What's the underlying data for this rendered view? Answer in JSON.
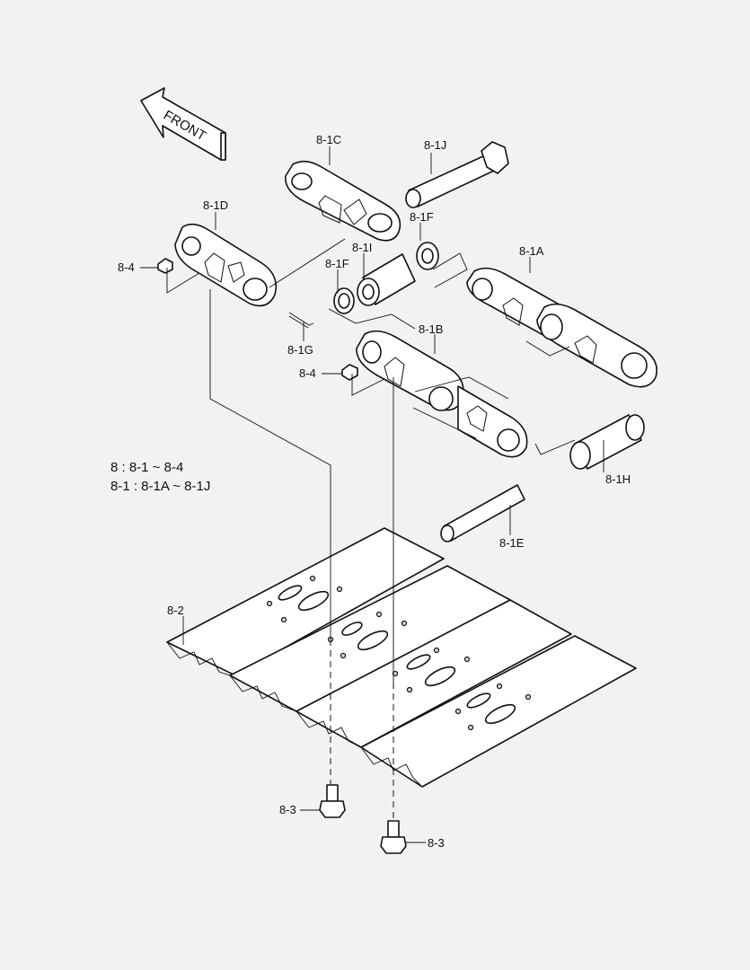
{
  "arrow": {
    "label": "FRONT"
  },
  "labels": {
    "l_1C": "8-1C",
    "l_1J": "8-1J",
    "l_1D": "8-1D",
    "l_1F_top": "8-1F",
    "l_4_top": "8-4",
    "l_1I": "8-1I",
    "l_1F_mid": "8-1F",
    "l_1A": "8-1A",
    "l_1G": "8-1G",
    "l_1B": "8-1B",
    "l_4_mid": "8-4",
    "l_1H": "8-1H",
    "l_1E": "8-1E",
    "l_2": "8-2",
    "l_3_left": "8-3",
    "l_3_right": "8-3"
  },
  "legend": {
    "line1": "8 : 8-1 ~ 8-4",
    "line2": "8-1 : 8-1A ~ 8-1J"
  }
}
